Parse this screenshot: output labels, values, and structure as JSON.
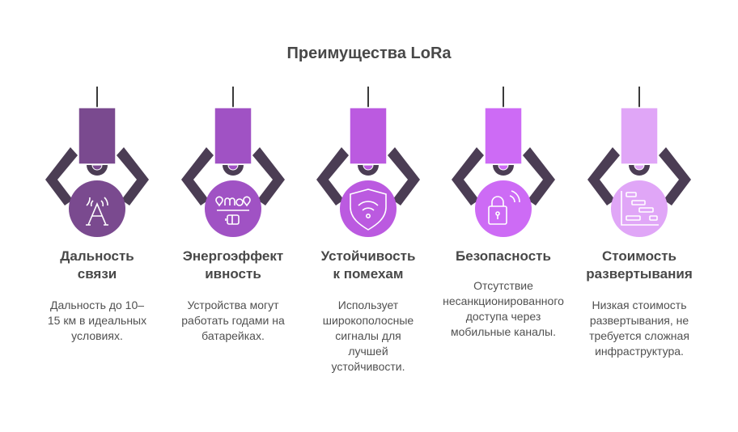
{
  "title": "Преимущества LoRa",
  "colors": {
    "claw": "#4b3d54",
    "rod": "#3a3a3a",
    "text_heading": "#484848",
    "text_body": "#505050"
  },
  "items": [
    {
      "heading": "Дальность связи",
      "heading_lines": [
        "Дальность",
        "связи"
      ],
      "desc_lines": [
        "Дальность до 10–",
        "15 км в идеальных",
        "условиях."
      ],
      "color": "#7a4a8f",
      "icon": "antenna-icon"
    },
    {
      "heading": "Энергоэффективность",
      "heading_lines": [
        "Энергоэффект",
        "ивность"
      ],
      "desc_lines": [
        "Устройства могут",
        "работать годами на",
        "батарейках."
      ],
      "color": "#a052c4",
      "icon": "battery-sensor-icon"
    },
    {
      "heading": "Устойчивость к помехам",
      "heading_lines": [
        "Устойчивость",
        "к помехам"
      ],
      "desc_lines": [
        "Использует",
        "широкополосные",
        "сигналы для",
        "лучшей",
        "устойчивости."
      ],
      "color": "#bb5ae0",
      "icon": "shield-wifi-icon"
    },
    {
      "heading": "Безопасность",
      "heading_lines": [
        "Безопасность"
      ],
      "desc_lines": [
        "Отсутствие",
        "несанкционированного",
        "доступа через",
        "мобильные каналы."
      ],
      "color": "#cd6bf5",
      "icon": "lock-signal-icon"
    },
    {
      "heading": "Стоимость развертывания",
      "heading_lines": [
        "Стоимость",
        "развертывания"
      ],
      "desc_lines": [
        "Низкая стоимость",
        "развертывания, не",
        "требуется сложная",
        "инфраструктура."
      ],
      "color": "#e0a6f7",
      "icon": "gantt-chart-icon"
    }
  ]
}
